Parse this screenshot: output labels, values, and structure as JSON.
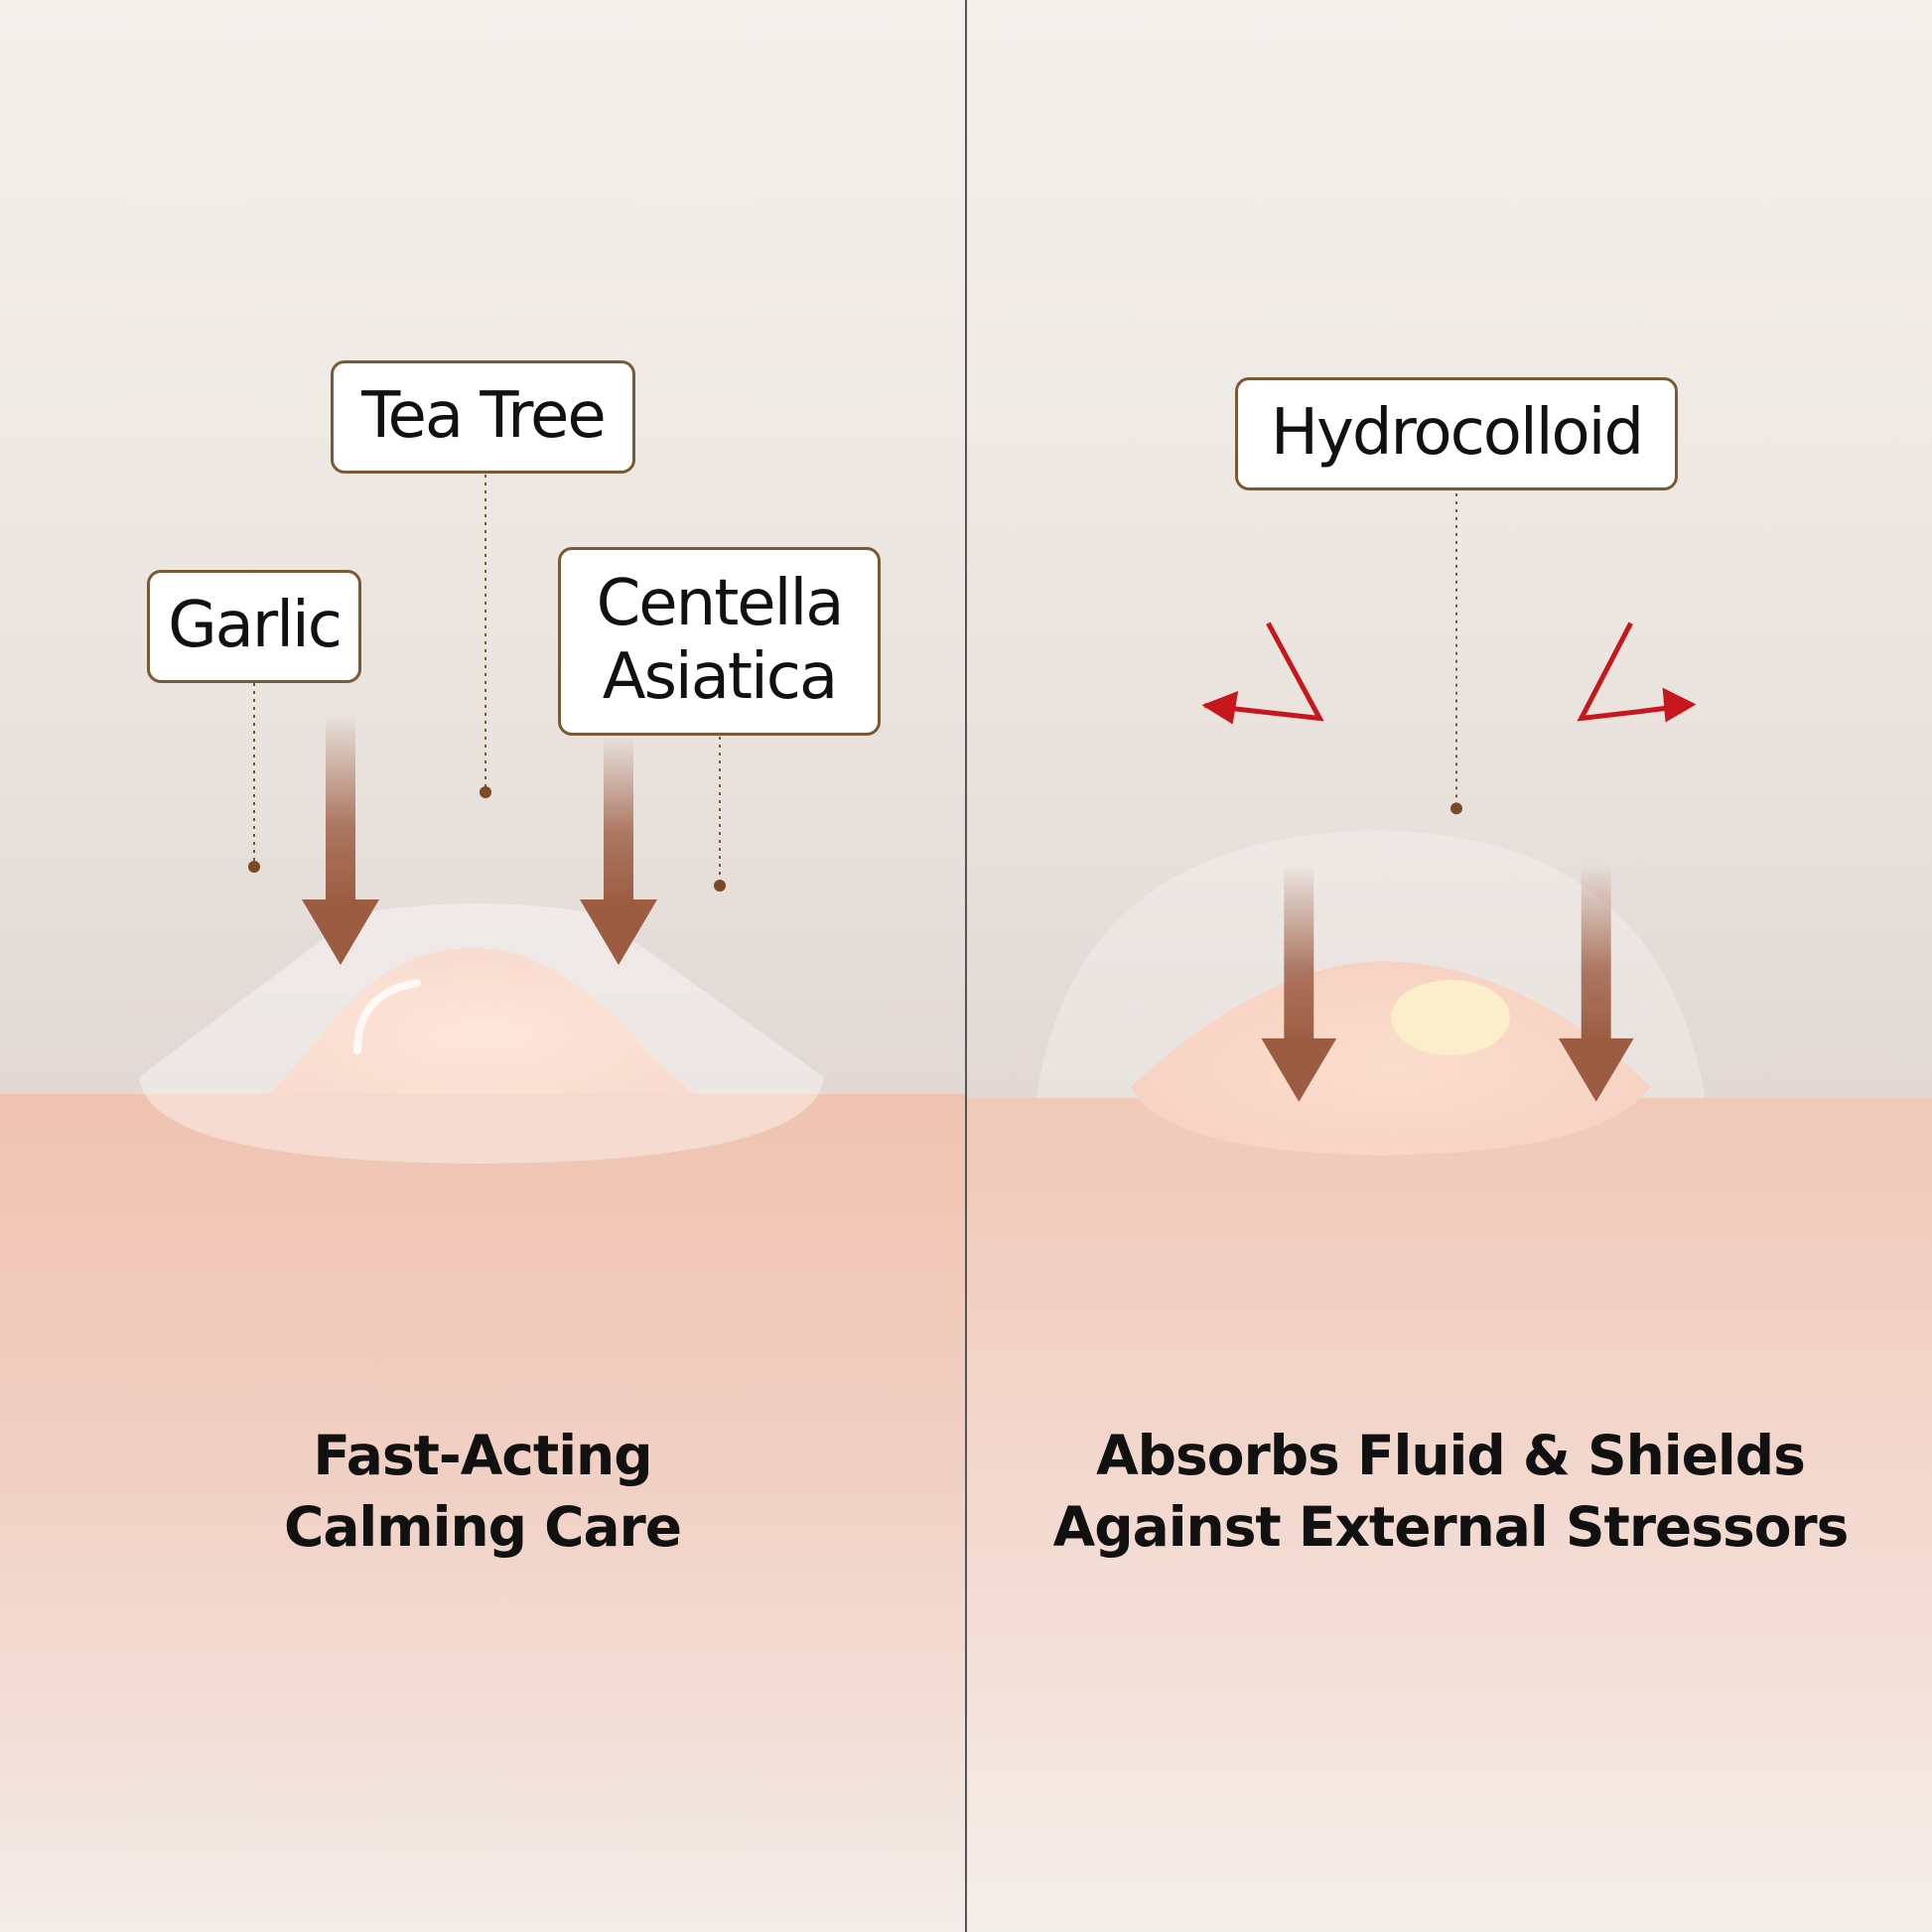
{
  "left_panel": {
    "labels": {
      "tea_tree": "Tea Tree",
      "garlic": "Garlic",
      "centella_line1": "Centella",
      "centella_line2": "Asiatica"
    },
    "caption": {
      "line1": "Fast-Acting",
      "line2": "Calming Care"
    }
  },
  "right_panel": {
    "labels": {
      "hydrocolloid": "Hydrocolloid"
    },
    "caption": {
      "line1": "Absorbs Fluid & Shields",
      "line2": "Against External Stressors"
    }
  },
  "colors": {
    "background_light": "#f2efeb",
    "skin": "#efc7b6",
    "label_border": "#7a5a34",
    "arrow_brown": "#a0634a",
    "stressor_arrow_red": "#c8161d",
    "leader_line": "#7a5a34"
  }
}
